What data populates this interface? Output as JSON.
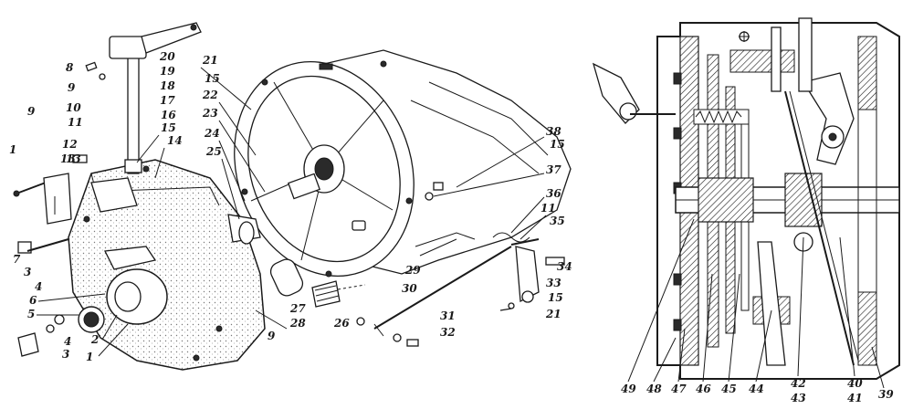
{
  "colors": {
    "ink": "#1a1a1a",
    "paper": "#ffffff",
    "stipple": "#8c8c8c"
  },
  "left_view": {
    "callouts": [
      "1",
      "2",
      "3",
      "4",
      "5",
      "6",
      "7",
      "8",
      "9",
      "10",
      "11",
      "12",
      "13",
      "14",
      "15",
      "16",
      "17",
      "18",
      "19",
      "20",
      "21",
      "22",
      "23",
      "24",
      "25",
      "26",
      "27",
      "28",
      "29",
      "30",
      "31",
      "32",
      "33",
      "34",
      "35",
      "36",
      "37",
      "38"
    ]
  },
  "right_view": {
    "callouts": [
      "39",
      "40",
      "41",
      "42",
      "43",
      "44",
      "45",
      "46",
      "47",
      "48",
      "49"
    ]
  }
}
